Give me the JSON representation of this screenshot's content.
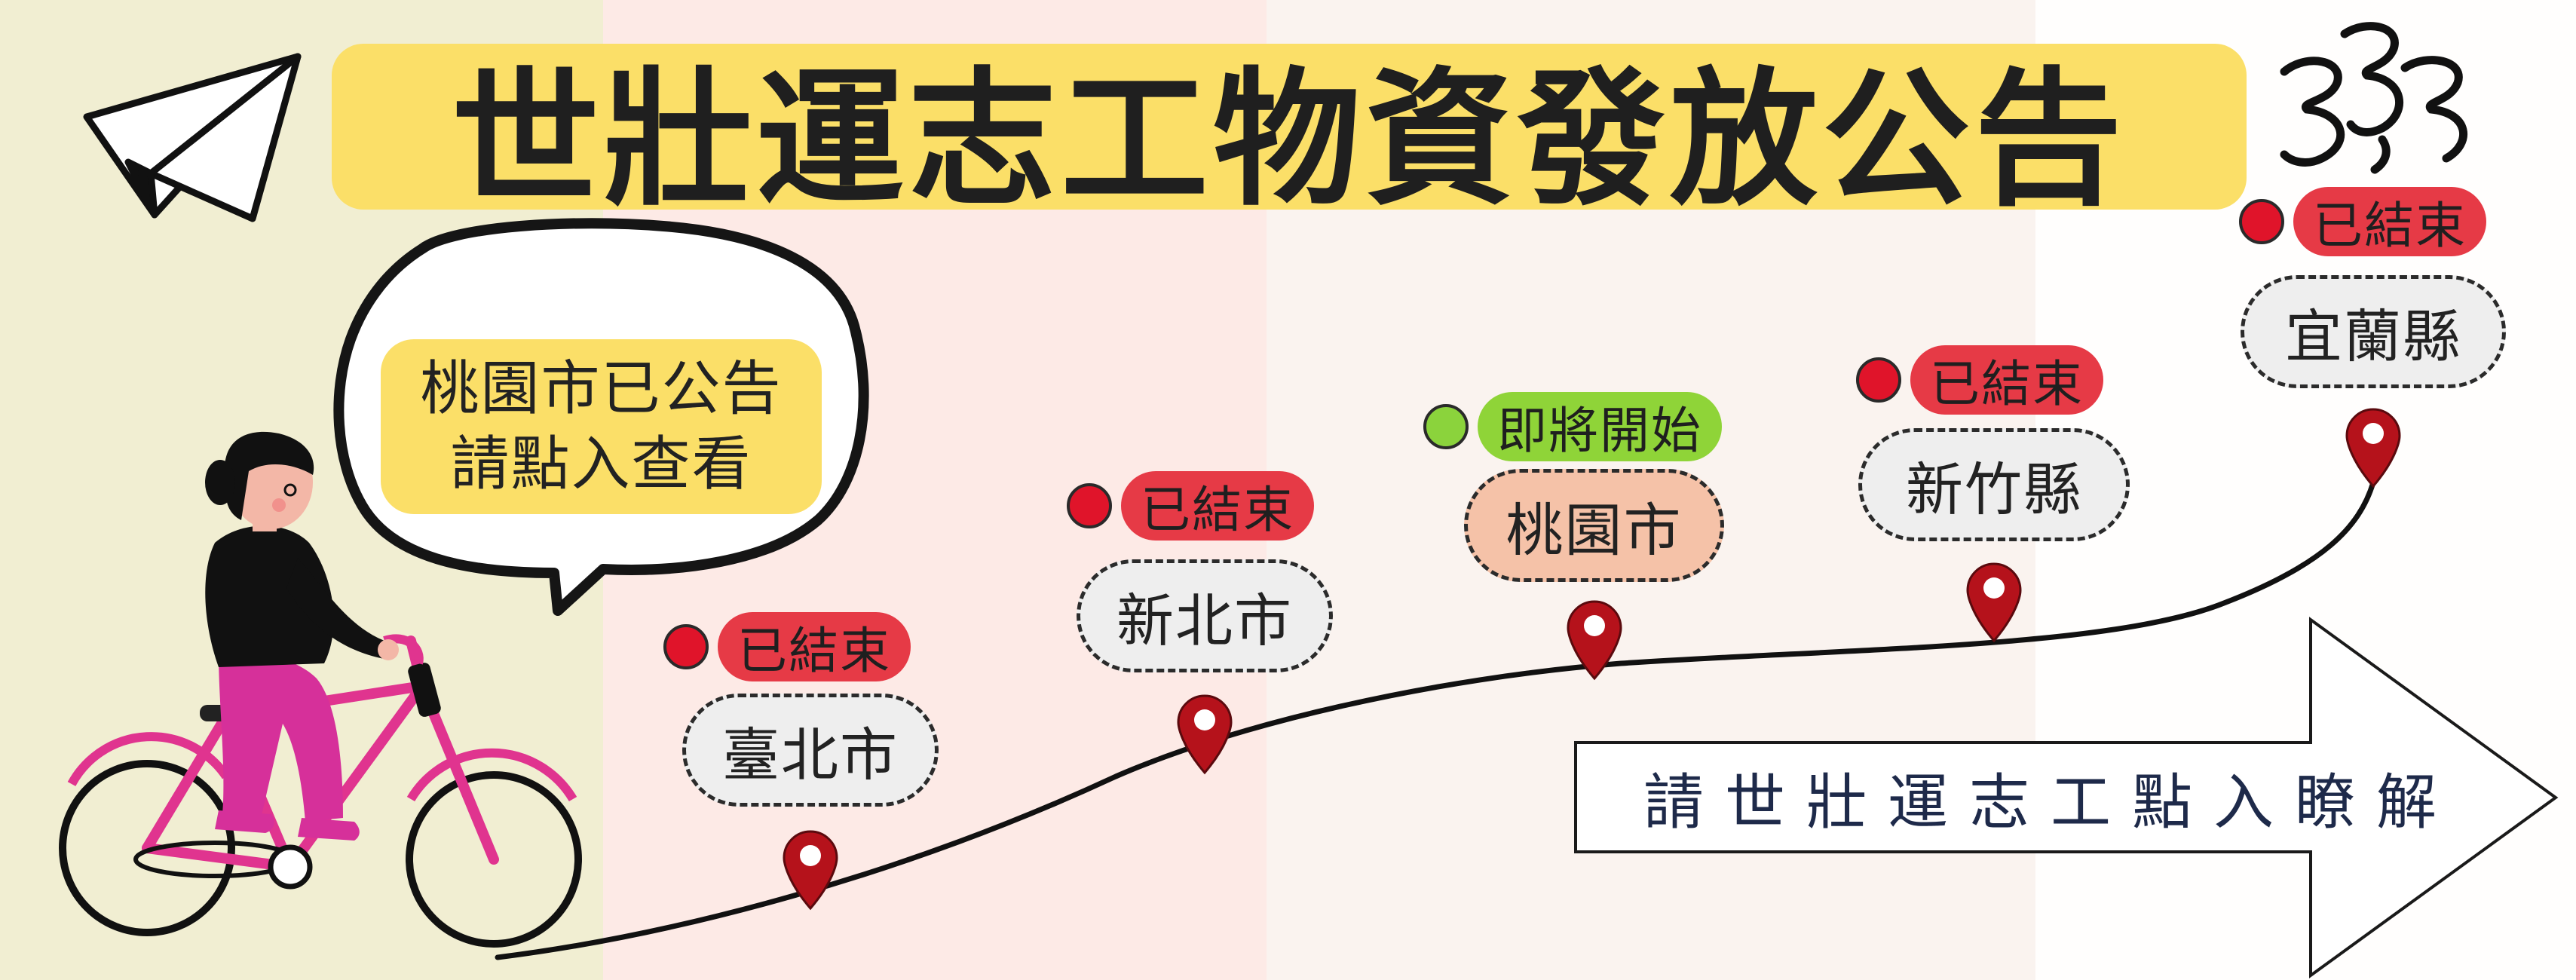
{
  "title": "世壯運志工物資發放公告",
  "speech_bubble": {
    "line1": "桃園市已公告",
    "line2": "請點入查看"
  },
  "stops": [
    {
      "city": "臺北市",
      "status": "已結束",
      "status_color": "#e63a46",
      "dot_color": "#e0142a"
    },
    {
      "city": "新北市",
      "status": "已結束",
      "status_color": "#e63a46",
      "dot_color": "#e0142a"
    },
    {
      "city": "桃園市",
      "status": "即將開始",
      "status_color": "#8fd438",
      "dot_color": "#8bd33c",
      "city_bg": "#f5c2a8"
    },
    {
      "city": "新竹縣",
      "status": "已結束",
      "status_color": "#e63a46",
      "dot_color": "#e0142a"
    },
    {
      "city": "宜蘭縣",
      "status": "已結束",
      "status_color": "#e63a46",
      "dot_color": "#e0142a"
    }
  ],
  "arrow_label": "請世壯運志工點入瞭解",
  "colors": {
    "title_bg": "#fbdf68",
    "pin": "#b5121b",
    "bike": "#e0348f",
    "pants": "#d6309a"
  },
  "icons": [
    "paper-plane-icon",
    "scribble-icon",
    "map-pin-icon",
    "bicycle-rider-illustration"
  ]
}
